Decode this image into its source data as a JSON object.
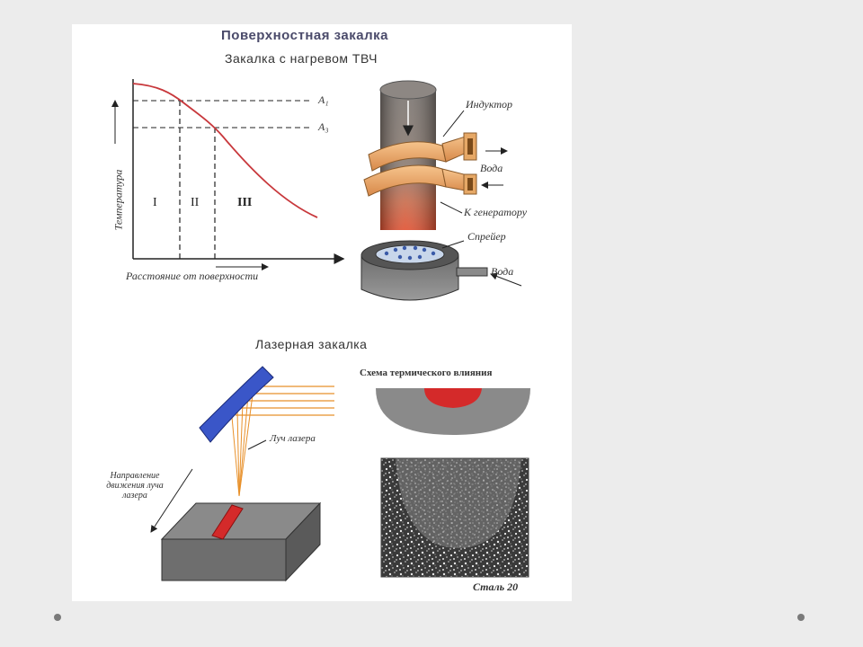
{
  "slide": {
    "title": "Поверхностная закалка",
    "induction": {
      "subtitle": "Закалка с нагревом ТВЧ",
      "chart": {
        "ylabel": "Температура",
        "xlabel": "Расстояние от поверхности",
        "levels": [
          "A₁",
          "A₃"
        ],
        "zones": [
          "I",
          "II",
          "III"
        ]
      },
      "labels": {
        "inductor": "Индуктор",
        "water_out": "Вода",
        "generator": "К генератору",
        "sprayer": "Спрейер",
        "water_in": "Вода"
      }
    },
    "laser": {
      "subtitle": "Лазерная закалка",
      "beam_label": "Луч лазера",
      "direction_label": "Направление движения луча лазера",
      "heat_scheme_title": "Схема термического влияния",
      "micro_caption": "Сталь 20"
    }
  },
  "colors": {
    "curve": "#c8383c",
    "copper": "#e8a05a",
    "laser_mirror": "#3a56c8",
    "hardened_zone": "#d42a2a"
  }
}
